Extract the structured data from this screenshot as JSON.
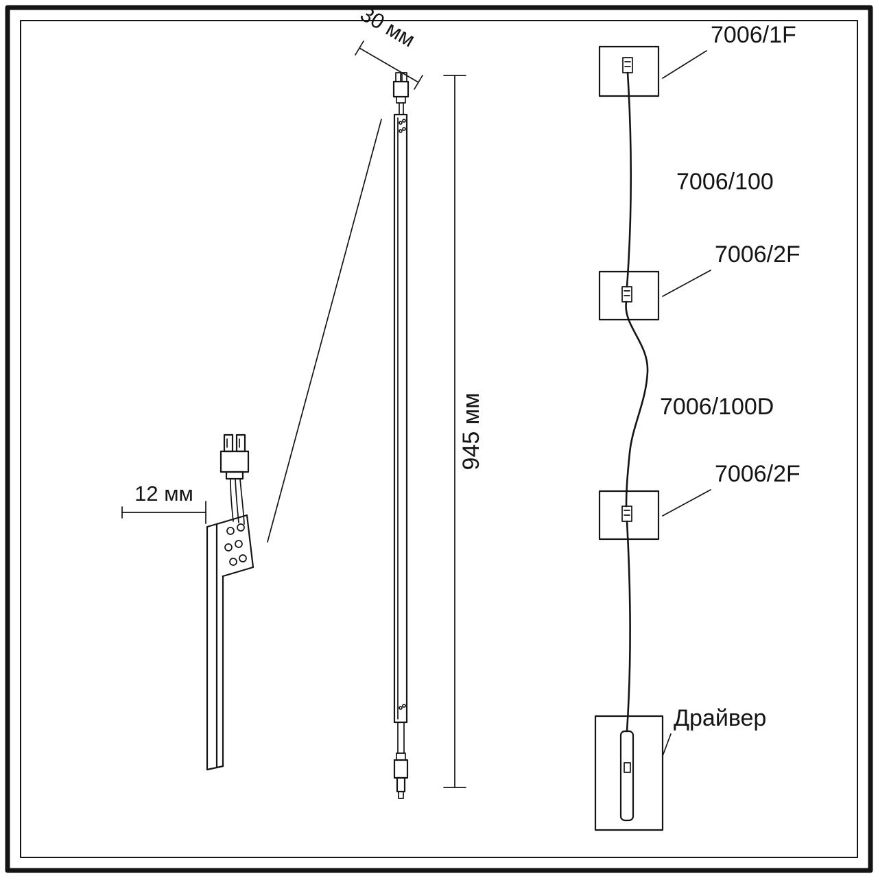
{
  "diagram": {
    "title_hint": "LED strip profile installation diagram",
    "dims": {
      "top_width": "30 мм",
      "side_offset": "12 мм",
      "length": "945 мм"
    },
    "parts": {
      "end_feed": "7006/1F",
      "extension_cable": "7006/100",
      "coupler_top": "7006/2F",
      "flex_cable": "7006/100D",
      "coupler_bottom": "7006/2F",
      "driver": "Драйвер"
    },
    "colors": {
      "line": "#141414",
      "bg": "#ffffff"
    }
  }
}
